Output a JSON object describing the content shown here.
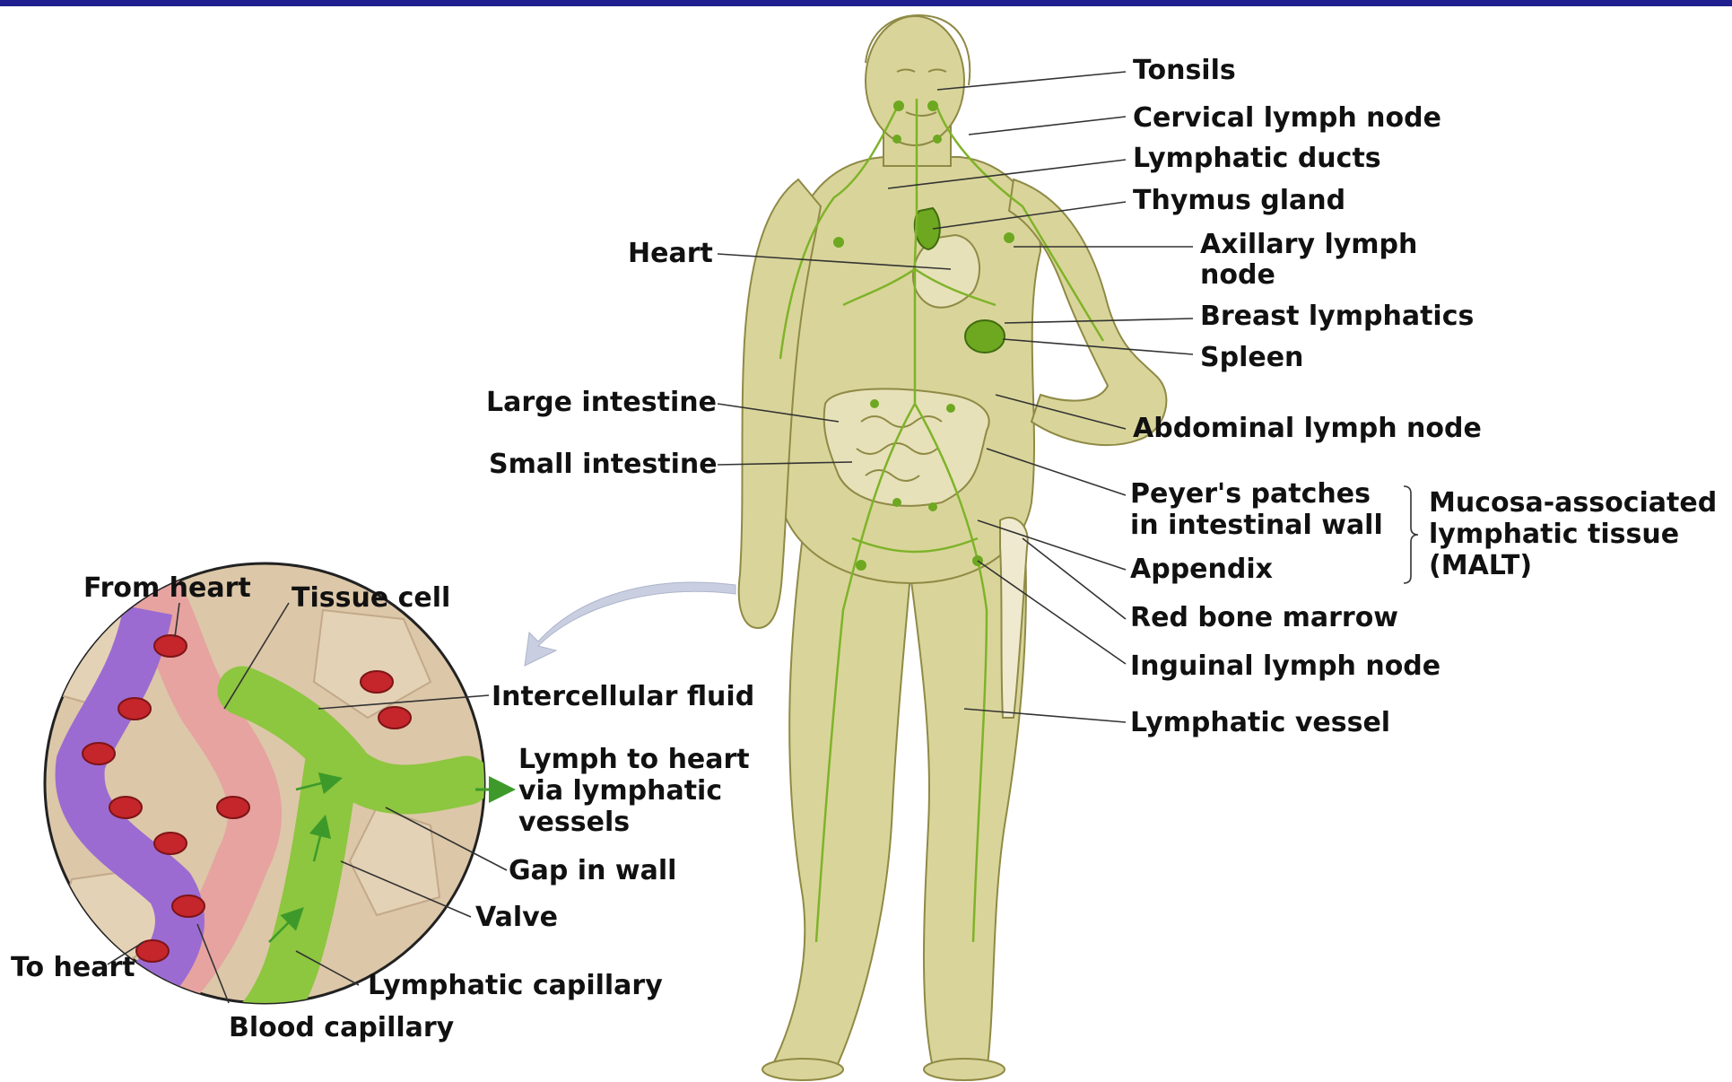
{
  "figure": {
    "colors": {
      "topbar": "#1f1f8f",
      "body": "#d9d59a",
      "body_outline": "#8f8a45",
      "lymph": "#7fb32a",
      "blood_vessel": "#9b6bd2",
      "red_cell": "#c4262b",
      "tissue": "#dcc7a8",
      "arrow": "#c9cfe0"
    },
    "labels": {
      "tonsils": "Tonsils",
      "cervical": "Cervical lymph node",
      "ducts": "Lymphatic ducts",
      "thymus": "Thymus gland",
      "axillary_1": "Axillary lymph",
      "axillary_2": "node",
      "breast": "Breast lymphatics",
      "spleen": "Spleen",
      "abdominal": "Abdominal lymph node",
      "peyers_1": "Peyer's patches",
      "peyers_2": "in intestinal wall",
      "appendix": "Appendix",
      "malt_1": "Mucosa-associated",
      "malt_2": "lymphatic tissue",
      "malt_3": "(MALT)",
      "marrow": "Red bone marrow",
      "inguinal": "Inguinal lymph node",
      "vessel": "Lymphatic vessel",
      "heart": "Heart",
      "large_int": "Large intestine",
      "small_int": "Small intestine",
      "from_heart": "From heart",
      "tissue_cell": "Tissue cell",
      "intercellular": "Intercellular fluid",
      "lymph_heart_1": "Lymph to heart",
      "lymph_heart_2": "via lymphatic",
      "lymph_heart_3": "vessels",
      "gap": "Gap in wall",
      "valve": "Valve",
      "to_heart": "To heart",
      "lymph_cap": "Lymphatic capillary",
      "blood_cap": "Blood capillary"
    }
  }
}
